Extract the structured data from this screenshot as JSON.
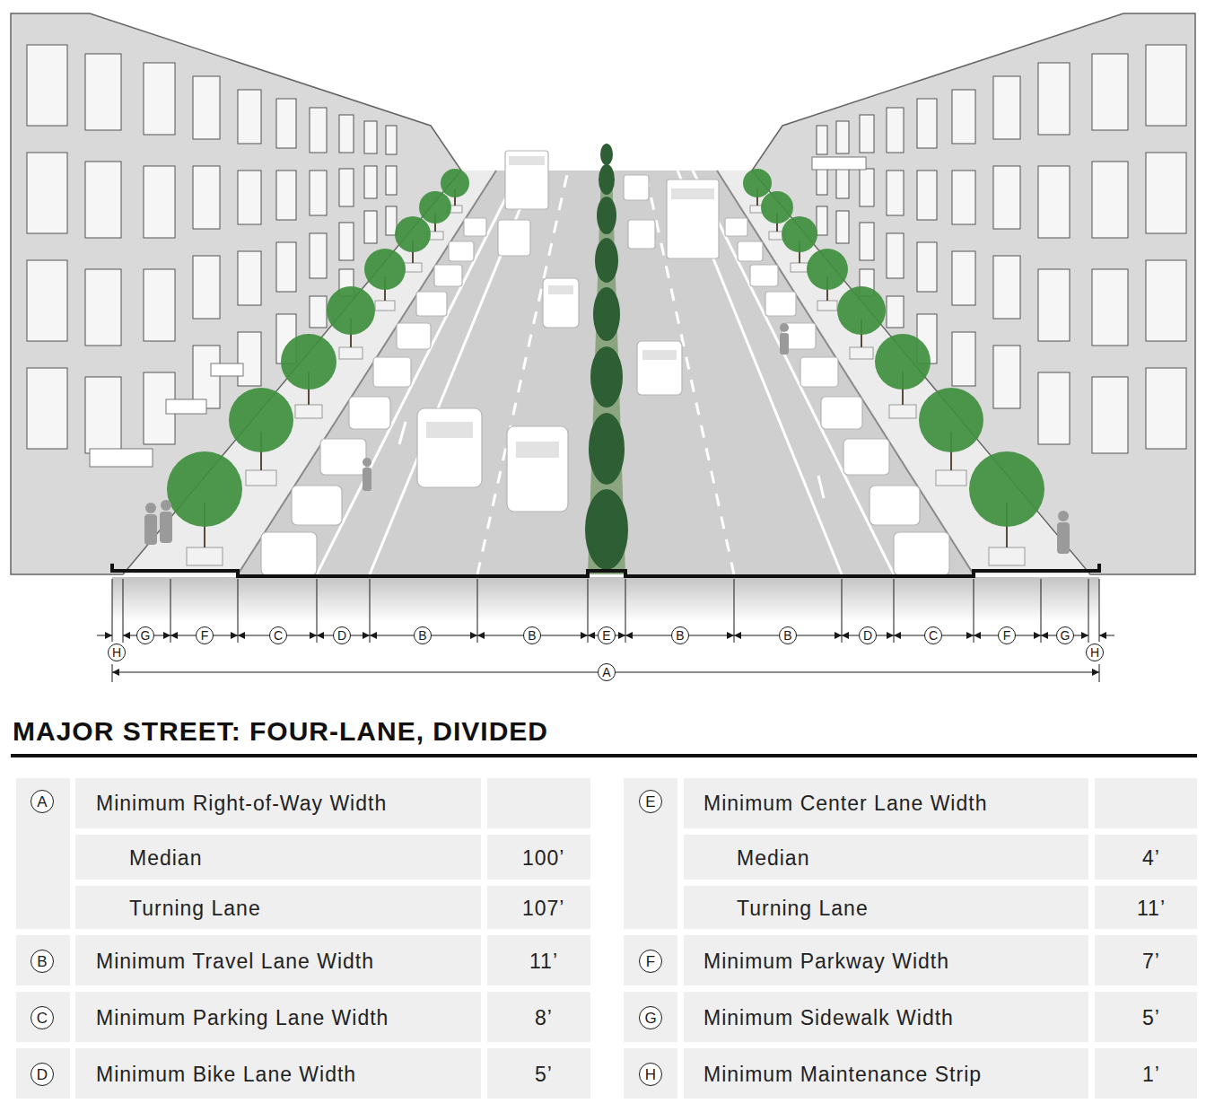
{
  "diagram": {
    "title": "MAJOR STREET: FOUR-LANE, DIVIDED",
    "nodes": [
      {
        "text": [
          "G"
        ]
      },
      {
        "text": [
          "F"
        ]
      },
      {
        "text": [
          "C"
        ]
      },
      {
        "text": [
          "D"
        ]
      },
      {
        "text": [
          "B"
        ]
      },
      {
        "text": [
          "B"
        ]
      },
      {
        "text": [
          "E"
        ]
      },
      {
        "text": [
          "B"
        ]
      },
      {
        "text": [
          "B"
        ]
      },
      {
        "text": [
          "D"
        ]
      },
      {
        "text": [
          "C"
        ]
      },
      {
        "text": [
          "F"
        ]
      },
      {
        "text": [
          "G"
        ]
      },
      {
        "text": [
          "H"
        ]
      },
      {
        "text": [
          "H"
        ]
      },
      {
        "text": [
          "A"
        ]
      },
      {
        "text": [
          "A"
        ]
      },
      {
        "text": [
          "E"
        ]
      },
      {
        "text": [
          "B"
        ]
      },
      {
        "text": [
          "F"
        ]
      },
      {
        "text": [
          "C"
        ]
      },
      {
        "text": [
          "G"
        ]
      },
      {
        "text": [
          "D"
        ]
      },
      {
        "text": [
          "H"
        ]
      }
    ],
    "labels": [
      "Minimum Right-of-Way Width",
      "Median",
      "100’",
      "Turning Lane",
      "107’",
      "Minimum Center Lane Width",
      "Median",
      "4’",
      "Turning Lane",
      "11’",
      "Minimum Travel Lane Width",
      "11’",
      "Minimum Parkway Width",
      "7’",
      "Minimum Parking Lane Width",
      "8’",
      "Minimum Sidewalk Width",
      "5’",
      "Minimum Bike Lane Width",
      "5’",
      "Minimum Maintenance Strip",
      "1’"
    ]
  }
}
